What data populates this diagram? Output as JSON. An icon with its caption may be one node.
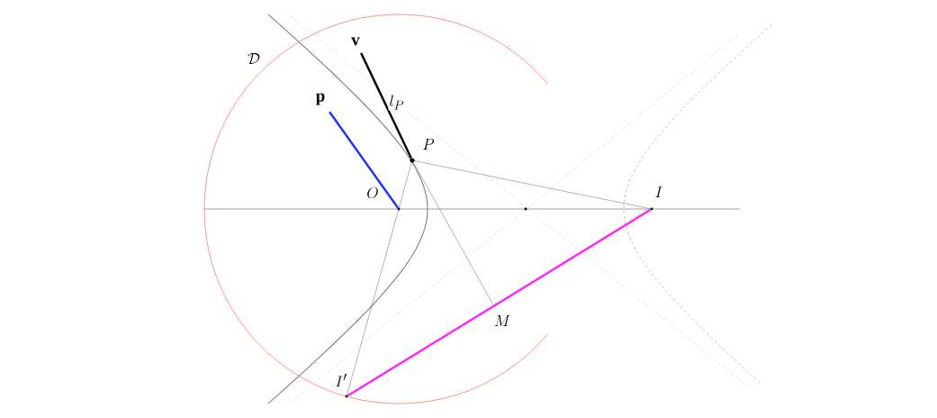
{
  "diagram": {
    "nodes": [
      {
        "text": [
          "\\mathbf{v}"
        ]
      },
      {
        "text": [
          "\\mathbf{p}"
        ]
      },
      {
        "text": [],
        "shape": "circle",
        "beside": [
          "P"
        ]
      },
      {
        "text": [],
        "shape": "circle",
        "beside": [
          "O"
        ]
      },
      {
        "text": [],
        "shape": "circle"
      },
      {
        "text": [],
        "shape": "circle",
        "beside": [
          "I"
        ]
      },
      {
        "text": [
          "M"
        ]
      },
      {
        "text": [],
        "shape": "circle",
        "beside": [
          "I'"
        ]
      }
    ],
    "edges": [
      {
        "from": 3,
        "to": 1,
        "arrow": "none",
        "style": "thick",
        "color": "#1a33ff"
      },
      {
        "from": 2,
        "to": 0,
        "arrow": "none",
        "style": "thick",
        "color": "#000000",
        "label": "l_P"
      },
      {
        "from": 2,
        "to": 5,
        "arrow": "none"
      },
      {
        "from": 2,
        "to": 6,
        "arrow": "none"
      },
      {
        "from": 7,
        "to": 2,
        "arrow": "none"
      },
      {
        "from": 5,
        "to": 7,
        "arrow": "none",
        "style": "thick",
        "color": "#ff22ff"
      }
    ],
    "labels": [
      "\\mathcal{D}"
    ]
  }
}
